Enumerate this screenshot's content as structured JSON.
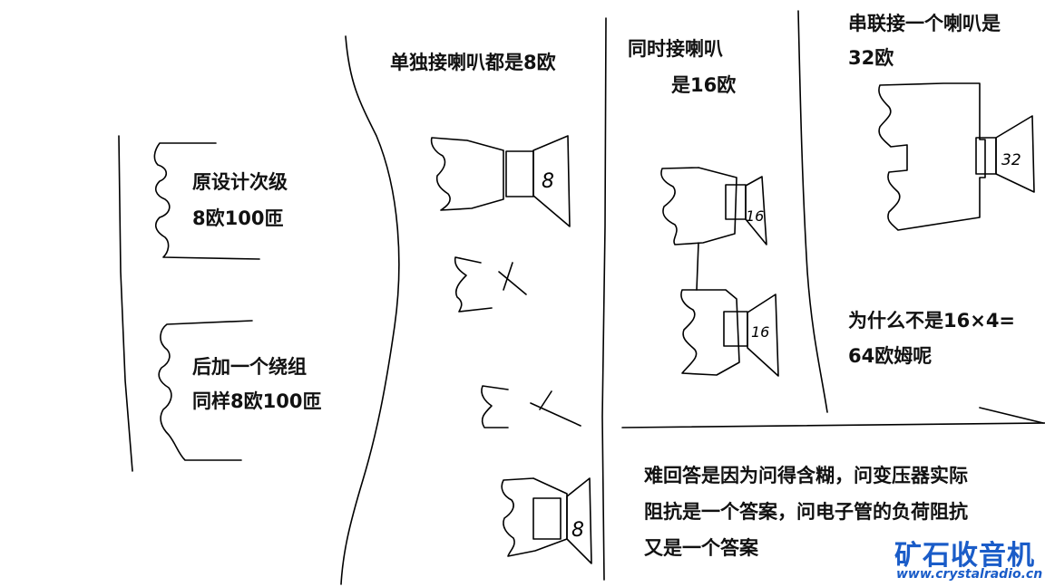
{
  "left": {
    "orig_title": "原设计次级",
    "orig_spec": "8欧100匝",
    "added_title": "后加一个绕组",
    "added_spec": "同样8欧100匝"
  },
  "col2": {
    "caption": "单独接喇叭都是8欧",
    "speaker_top": "8",
    "speaker_bottom": "8"
  },
  "col3": {
    "caption_line1": "同时接喇叭",
    "caption_line2": "是16欧",
    "speaker_top": "16",
    "speaker_bottom": "16"
  },
  "col4": {
    "caption_line1": "串联接一个喇叭是",
    "caption_line2": "32欧",
    "speaker": "32",
    "question_line1": "为什么不是16×4=",
    "question_line2": "64欧姆呢"
  },
  "answer": {
    "line1": "难回答是因为问得含糊，问变压器实际",
    "line2": "阻抗是一个答案，问电子管的负荷阻抗",
    "line3": "又是一个答案"
  },
  "logo": {
    "name": "矿石收音机",
    "url": "www.crystalradio.cn"
  }
}
